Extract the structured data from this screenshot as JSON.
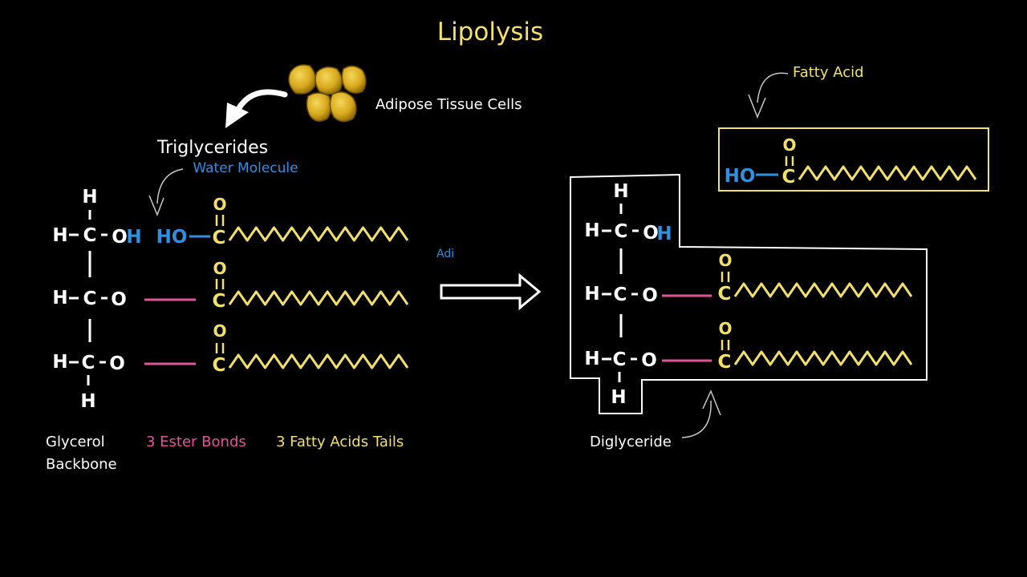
{
  "title": "Lipolysis",
  "labels": {
    "adipose_tissue_cells": "Adipose Tissue Cells",
    "triglycerides": "Triglycerides",
    "water_molecule": "Water Molecule",
    "glycerol_backbone_line1": "Glycerol",
    "glycerol_backbone_line2": "Backbone",
    "ester_bonds": "3 Ester Bonds",
    "fatty_acid_tails": "3 Fatty Acids Tails",
    "fatty_acid": "Fatty Acid",
    "diglyceride": "Diglyceride",
    "arrow_overlay_text": "Adi"
  },
  "atoms": {
    "H": "H",
    "C": "C",
    "O": "O",
    "HO": "HO"
  },
  "colors": {
    "background": "#000000",
    "white": "#ffffff",
    "yellow": "#f2e06a",
    "blue": "#2f8fe0",
    "pink": "#e0559a",
    "gold": "#d9b22a",
    "gray": "#c8c8c8"
  }
}
